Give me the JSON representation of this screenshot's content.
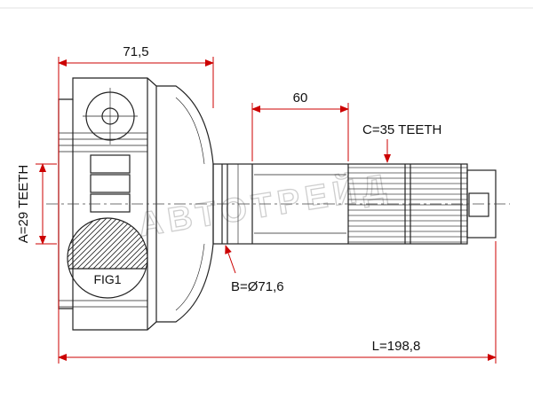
{
  "diagram": {
    "watermark": "АВТОТРЕЙД",
    "figure_label": "FIG1",
    "dimensions": {
      "outer_width": "71,5",
      "shaft_section_length": "60",
      "outer_spline_teeth": "C=35 TEETH",
      "inner_spline_teeth": "A=29 TEETH",
      "boot_diameter": "B=Ø71,6",
      "total_length": "L=198,8"
    },
    "colors": {
      "dimension_line": "#cc0000",
      "drawing_line": "#222222",
      "watermark": "#c6c6c6"
    }
  }
}
